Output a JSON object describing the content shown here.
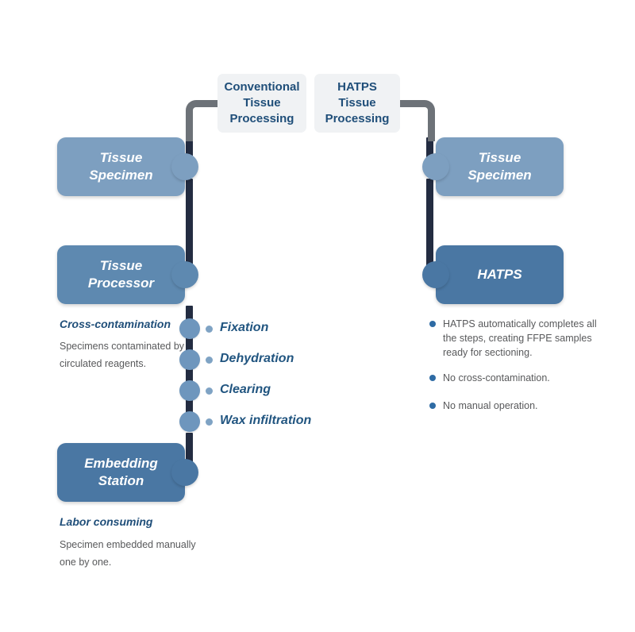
{
  "headers": {
    "left": [
      "Conventional",
      "Tissue",
      "Processing"
    ],
    "right": [
      "HATPS",
      "Tissue",
      "Processing"
    ]
  },
  "left_column": {
    "boxes": [
      {
        "lines": [
          "Tissue",
          "Specimen"
        ],
        "color": "#7d9fc0"
      },
      {
        "lines": [
          "Tissue",
          "Processor"
        ],
        "color": "#5e89b0"
      },
      {
        "lines": [
          "Embedding",
          "Station"
        ],
        "color": "#4a77a3"
      }
    ],
    "notes": [
      {
        "heading": "Cross-contamination",
        "body": "Specimens contaminated by circulated reagents."
      },
      {
        "heading": "Labor consuming",
        "body": "Specimen embedded manually one by one."
      }
    ],
    "steps": [
      "Fixation",
      "Dehydration",
      "Clearing",
      "Wax infiltration"
    ]
  },
  "right_column": {
    "boxes": [
      {
        "lines": [
          "Tissue",
          "Specimen"
        ],
        "color": "#7d9fc0"
      },
      {
        "lines": [
          "HATPS"
        ],
        "color": "#4a77a3"
      }
    ],
    "bullets": [
      "HATPS automatically completes all the steps, creating FFPE samples ready for sectioning.",
      "No cross-contamination.",
      "No manual operation."
    ]
  },
  "colors": {
    "header_bg": "#f0f2f4",
    "header_text": "#1f4e79",
    "spine": "#232c41",
    "elbow": "#6d7278",
    "box_light": "#7d9fc0",
    "box_mid": "#5e89b0",
    "box_dark": "#4a77a3",
    "step_dot": "#6e96bd",
    "step_bullet": "#7fa3c4",
    "step_label": "#215580",
    "note_heading": "#1f4e79",
    "body_text": "#58595b",
    "right_bullet": "#2e6ba4"
  }
}
